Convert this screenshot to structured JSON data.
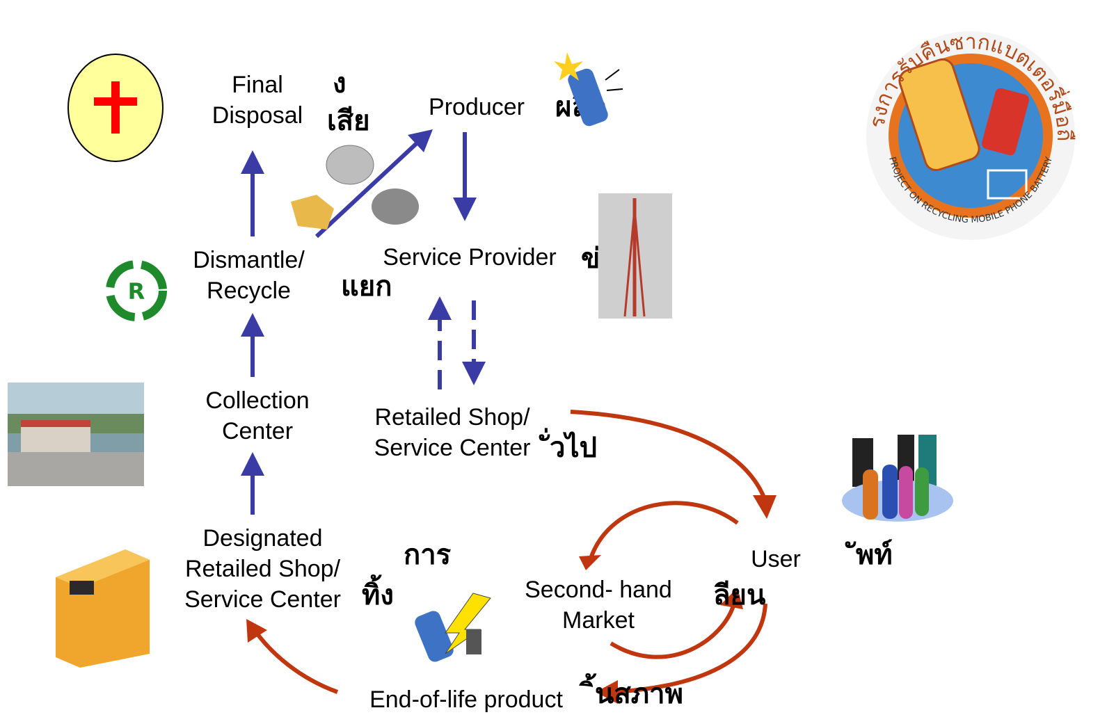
{
  "diagram": {
    "nodes": {
      "final_disposal": [
        "Final",
        "Disposal"
      ],
      "producer": [
        "Producer"
      ],
      "dismantle_recycle": [
        "Dismantle/",
        "Recycle"
      ],
      "service_provider": [
        "Service Provider"
      ],
      "collection_center": [
        "Collection",
        "Center"
      ],
      "retailed_shop": [
        "Retailed Shop/",
        "Service Center"
      ],
      "designated_shop": [
        "Designated",
        "Retailed Shop/",
        "Service Center"
      ],
      "user": [
        "User"
      ],
      "second_hand_market": [
        "Second- hand",
        "Market"
      ],
      "end_of_life": [
        "End-of-life product"
      ]
    },
    "thai_fragments": {
      "final_disposal_1": "ง",
      "final_disposal_2": "เสีย",
      "producer": "ผลิต",
      "recycle": "แยก",
      "service_provider": "ข่าย",
      "retailed_shop": "ั่วไป",
      "user": "ัพท์",
      "user_2": "ลียน",
      "designated_1": "การ",
      "designated_2": "ทิ้ง",
      "end_of_life": "ิ้นสภาพ"
    }
  },
  "logo": {
    "text_top": "โครงการรับคืนซากแบตเตอรี่มือถือ",
    "text_bottom": "PROJECT ON RECYCLING MOBILE PHONE BATTERY"
  },
  "colors": {
    "blue_arrow": "#3b3ba6",
    "red_arrow": "#c0360f",
    "logo_orange": "#e8731f",
    "logo_blue": "#3d8ad1"
  }
}
